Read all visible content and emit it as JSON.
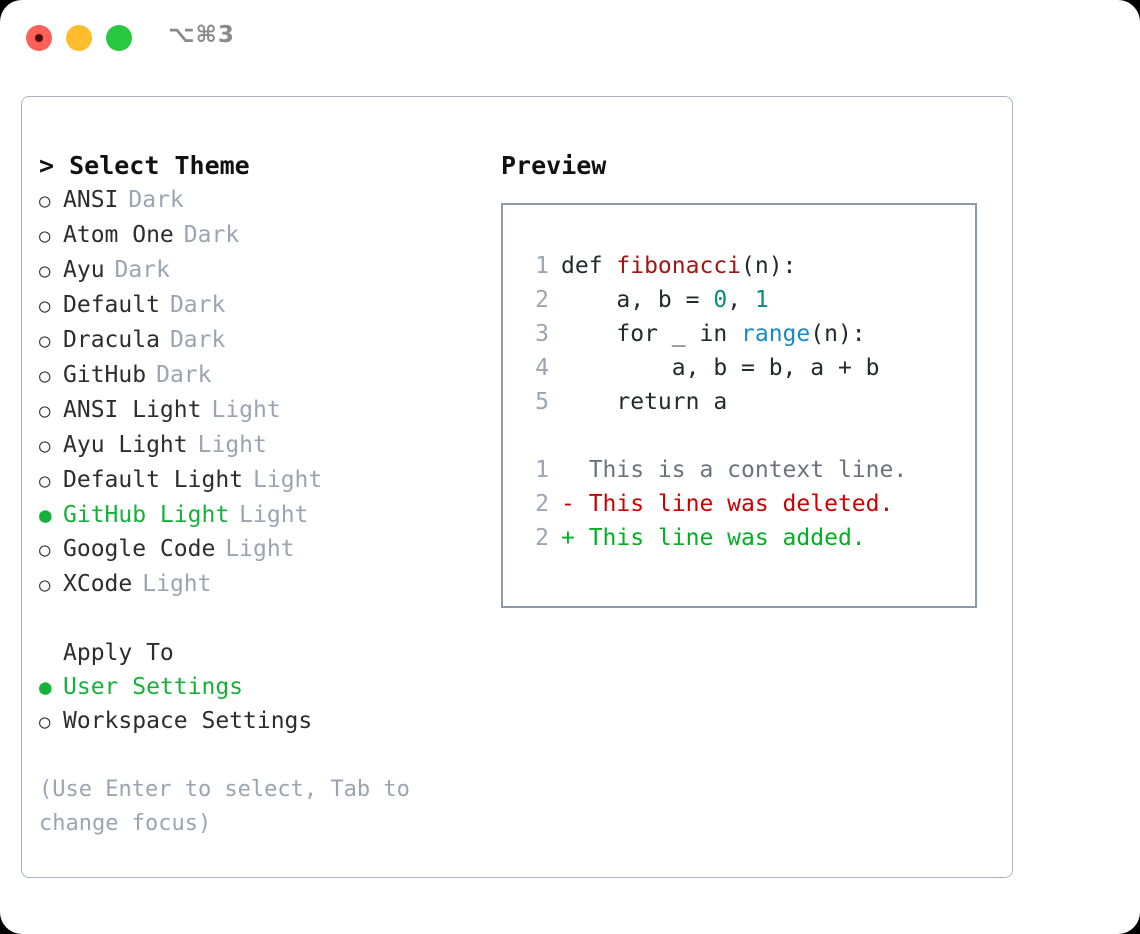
{
  "titlebar": {
    "shortcut": "⌥⌘3",
    "buttons": [
      {
        "name": "close",
        "color": "#ff6058"
      },
      {
        "name": "minimize",
        "color": "#ffbd2e"
      },
      {
        "name": "maximize",
        "color": "#28c840"
      }
    ]
  },
  "theme_picker": {
    "header": "> Select Theme",
    "items": [
      {
        "label": "ANSI",
        "tag": "Dark",
        "selected": false
      },
      {
        "label": "Atom One",
        "tag": "Dark",
        "selected": false
      },
      {
        "label": "Ayu",
        "tag": "Dark",
        "selected": false
      },
      {
        "label": "Default",
        "tag": "Dark",
        "selected": false
      },
      {
        "label": "Dracula",
        "tag": "Dark",
        "selected": false
      },
      {
        "label": "GitHub",
        "tag": "Dark",
        "selected": false
      },
      {
        "label": "ANSI Light",
        "tag": "Light",
        "selected": false
      },
      {
        "label": "Ayu Light",
        "tag": "Light",
        "selected": false
      },
      {
        "label": "Default Light",
        "tag": "Light",
        "selected": false
      },
      {
        "label": "GitHub Light",
        "tag": "Light",
        "selected": true
      },
      {
        "label": "Google Code",
        "tag": "Light",
        "selected": false
      },
      {
        "label": "XCode",
        "tag": "Light",
        "selected": false
      }
    ]
  },
  "apply_to": {
    "header": "Apply To",
    "items": [
      {
        "label": "User Settings",
        "selected": true
      },
      {
        "label": "Workspace Settings",
        "selected": false
      }
    ]
  },
  "hint": "(Use Enter to select, Tab to change focus)",
  "preview": {
    "title": "Preview",
    "code_lines": [
      {
        "no": "1",
        "segments": [
          {
            "text": "def ",
            "type": "plain"
          },
          {
            "text": "fibonacci",
            "type": "fn"
          },
          {
            "text": "(n):",
            "type": "plain"
          }
        ]
      },
      {
        "no": "2",
        "segments": [
          {
            "text": "    a, b = ",
            "type": "plain"
          },
          {
            "text": "0",
            "type": "num"
          },
          {
            "text": ", ",
            "type": "plain"
          },
          {
            "text": "1",
            "type": "num"
          }
        ]
      },
      {
        "no": "3",
        "segments": [
          {
            "text": "    for _ in ",
            "type": "plain"
          },
          {
            "text": "range",
            "type": "call"
          },
          {
            "text": "(n):",
            "type": "plain"
          }
        ]
      },
      {
        "no": "4",
        "segments": [
          {
            "text": "        a, b = b, a + b",
            "type": "plain"
          }
        ]
      },
      {
        "no": "5",
        "segments": [
          {
            "text": "    return a",
            "type": "plain"
          }
        ]
      }
    ],
    "diff_lines": [
      {
        "no": "1",
        "marker": "  ",
        "text": "This is a context line.",
        "kind": "context"
      },
      {
        "no": "2",
        "marker": "- ",
        "text": "This line was deleted.",
        "kind": "deleted"
      },
      {
        "no": "2",
        "marker": "+ ",
        "text": "This line was added.",
        "kind": "added"
      }
    ]
  },
  "colors": {
    "accent_green": "#17b03a",
    "muted": "#9aa5b1",
    "panel_border": "#aab4c2",
    "preview_border": "#8d9aaa",
    "syntax_function": "#a31515",
    "syntax_number": "#0b8a80",
    "syntax_call": "#1a8ac4",
    "diff_deleted": "#cc0000",
    "diff_added": "#00b020"
  }
}
